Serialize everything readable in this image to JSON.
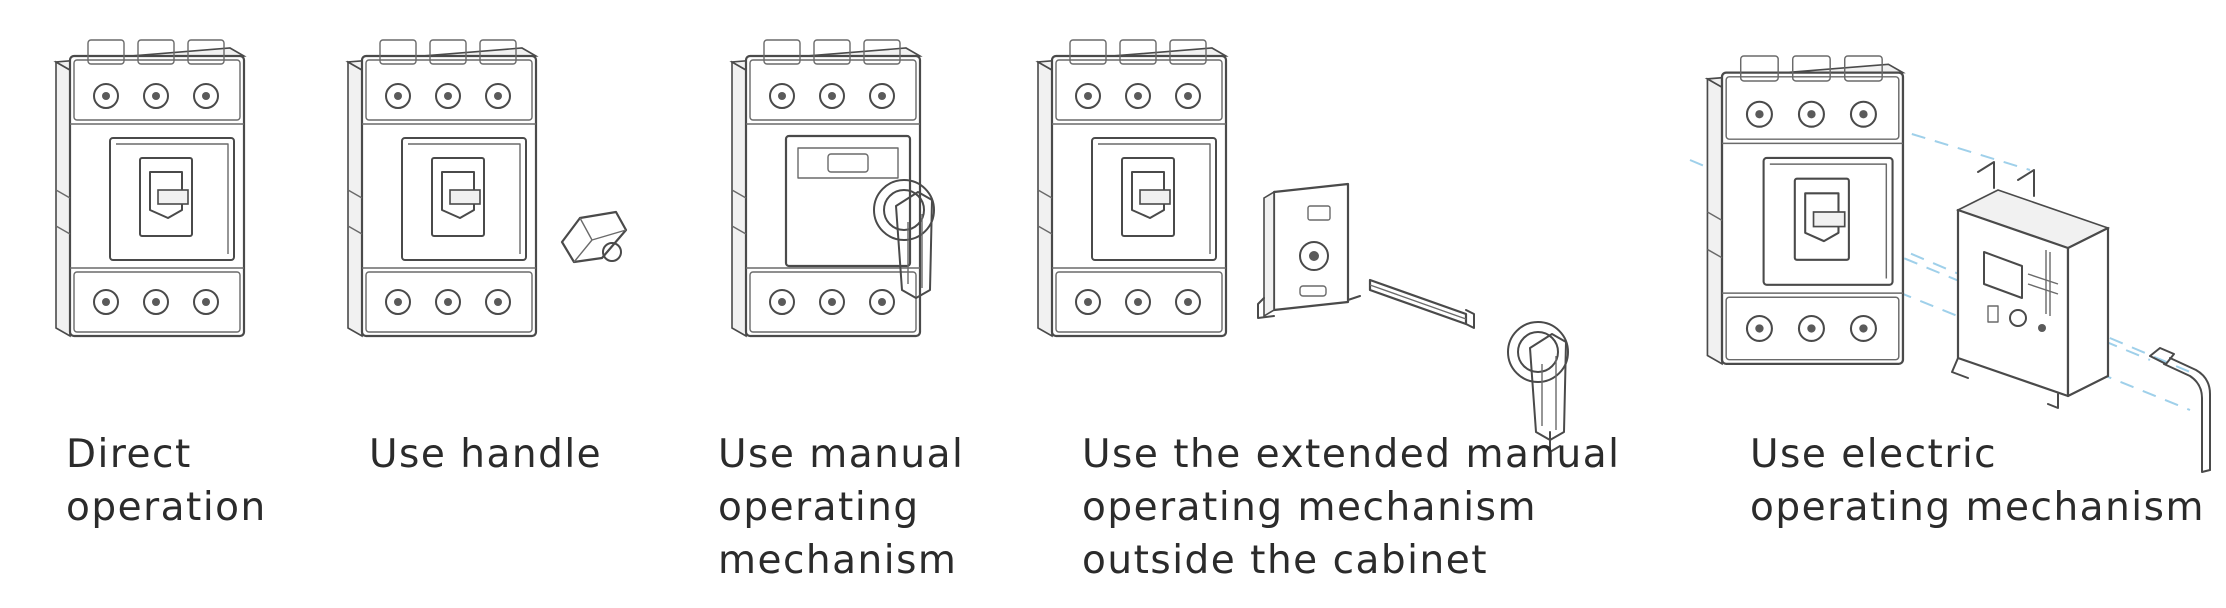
{
  "operations": [
    {
      "lines": [
        "Direct",
        "operation"
      ]
    },
    {
      "lines": [
        "Use handle"
      ]
    },
    {
      "lines": [
        "Use manual",
        "operating",
        "mechanism"
      ]
    },
    {
      "lines": [
        "Use the extended  manual",
        "operating  mechanism",
        "outside  the cabinet"
      ]
    },
    {
      "lines": [
        "Use electric",
        "operating mechanism"
      ]
    }
  ]
}
